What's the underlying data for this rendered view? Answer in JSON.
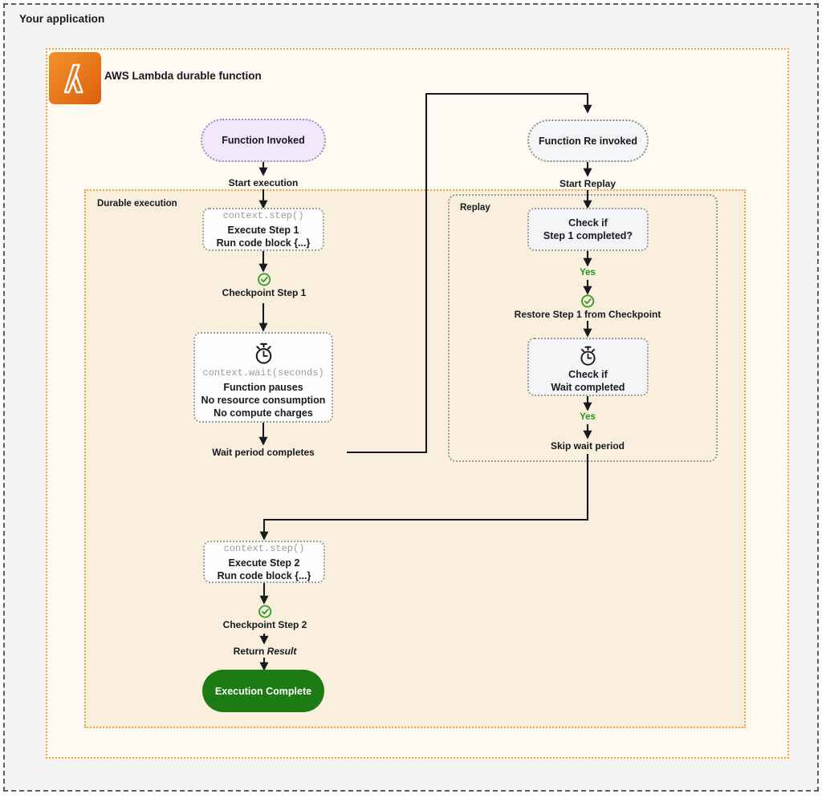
{
  "app": {
    "title": "Your application"
  },
  "lambda": {
    "icon_name": "aws-lambda-icon",
    "label": "AWS Lambda durable function"
  },
  "groups": {
    "durable": {
      "label": "Durable execution"
    },
    "replay": {
      "label": "Replay"
    }
  },
  "colors": {
    "aws_orange": "#e8761a",
    "container_border_orange": "#f0a23c",
    "durable_bg": "#faeedd",
    "lambda_bg": "#fffbf2",
    "app_bg": "#f4f4f4",
    "invoked_pill_bg": "#f2e7fb",
    "reinvoked_pill_bg": "#f4f5f7",
    "complete_pill_bg": "#1d7b14",
    "yes_green": "#1d9b1d",
    "check_green": "#2a9d1f",
    "edge_stroke": "#16191f",
    "code_gray": "#9b9b9b"
  },
  "nodes": {
    "function_invoked": {
      "title": "Function Invoked"
    },
    "function_reinvoked": {
      "title": "Function Re invoked"
    },
    "execute_step_1": {
      "code": "context.step()",
      "line1": "Execute Step 1",
      "line2": "Run code block {...}"
    },
    "wait_block": {
      "icon": "stopwatch-icon",
      "code": "context.wait(seconds)",
      "line1": "Function pauses",
      "line2": "No resource consumption",
      "line3": "No compute charges"
    },
    "check_step_1": {
      "line1": "Check if",
      "line2": "Step 1 completed?"
    },
    "check_wait": {
      "icon": "stopwatch-icon",
      "line1": "Check if",
      "line2": "Wait completed"
    },
    "execute_step_2": {
      "code": "context.step()",
      "line1": "Execute Step 2",
      "line2": "Run code block {...}"
    },
    "execution_complete": {
      "title": "Execution Complete"
    }
  },
  "edge_labels": {
    "start_execution": "Start execution",
    "start_replay": "Start Replay",
    "checkpoint_step_1": "Checkpoint Step 1",
    "wait_period_completes": "Wait period completes",
    "yes_step_1": "Yes",
    "restore_step_1": "Restore Step 1 from Checkpoint",
    "yes_wait": "Yes",
    "skip_wait_period": "Skip wait period",
    "checkpoint_step_2": "Checkpoint Step 2",
    "return_result_prefix": "Return ",
    "return_result_value": "Result"
  }
}
